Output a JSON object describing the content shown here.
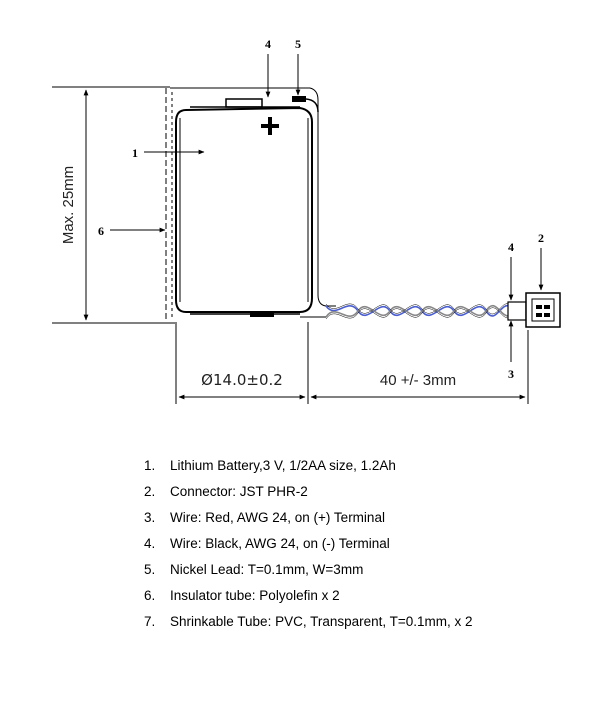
{
  "callouts": {
    "c1": "1",
    "c2": "2",
    "c3": "3",
    "c4a": "4",
    "c4b": "4",
    "c5": "5",
    "c6": "6"
  },
  "dimensions": {
    "height": "Max. 25mm",
    "diameter": "Ø14.0±0.2",
    "wire_length": "40 +/- 3mm"
  },
  "legend": [
    {
      "num": "1.",
      "text": "Lithium Battery,3 V,   1/2AA size, 1.2Ah"
    },
    {
      "num": "2.",
      "text": "Connector: JST PHR-2"
    },
    {
      "num": "3.",
      "text": "Wire: Red, AWG 24, on (+) Terminal"
    },
    {
      "num": "4.",
      "text": "Wire: Black, AWG 24, on (-) Terminal"
    },
    {
      "num": "5.",
      "text": "Nickel Lead: T=0.1mm, W=3mm"
    },
    {
      "num": "6.",
      "text": "Insulator tube: Polyolefin x 2"
    },
    {
      "num": "7.",
      "text": "Shrinkable Tube: PVC, Transparent, T=0.1mm, x 2"
    }
  ],
  "colors": {
    "red_wire": "#4a5ed0",
    "black_wire": "#888888",
    "line": "#000000"
  }
}
